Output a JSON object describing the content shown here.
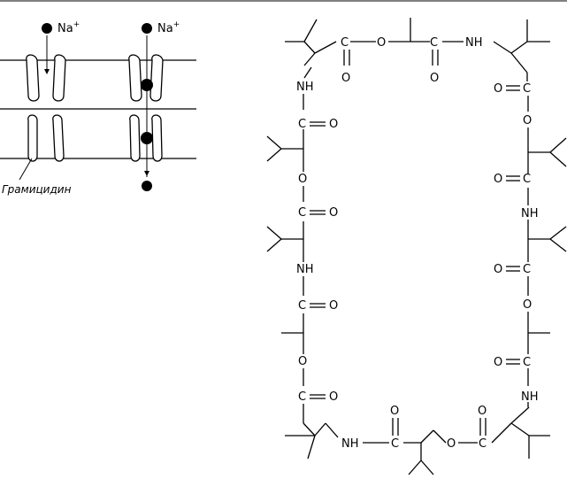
{
  "membrane": {
    "ion_left": "Na",
    "ion_left_charge": "+",
    "ion_right": "Na",
    "ion_right_charge": "+",
    "caption": "Грамицидин"
  },
  "structure": {
    "atoms": {
      "carbon": "C",
      "oxygen": "O",
      "amide": "NH"
    }
  },
  "colors": {
    "stroke": "#000000",
    "fill": "#ffffff",
    "ion": "#000000"
  }
}
